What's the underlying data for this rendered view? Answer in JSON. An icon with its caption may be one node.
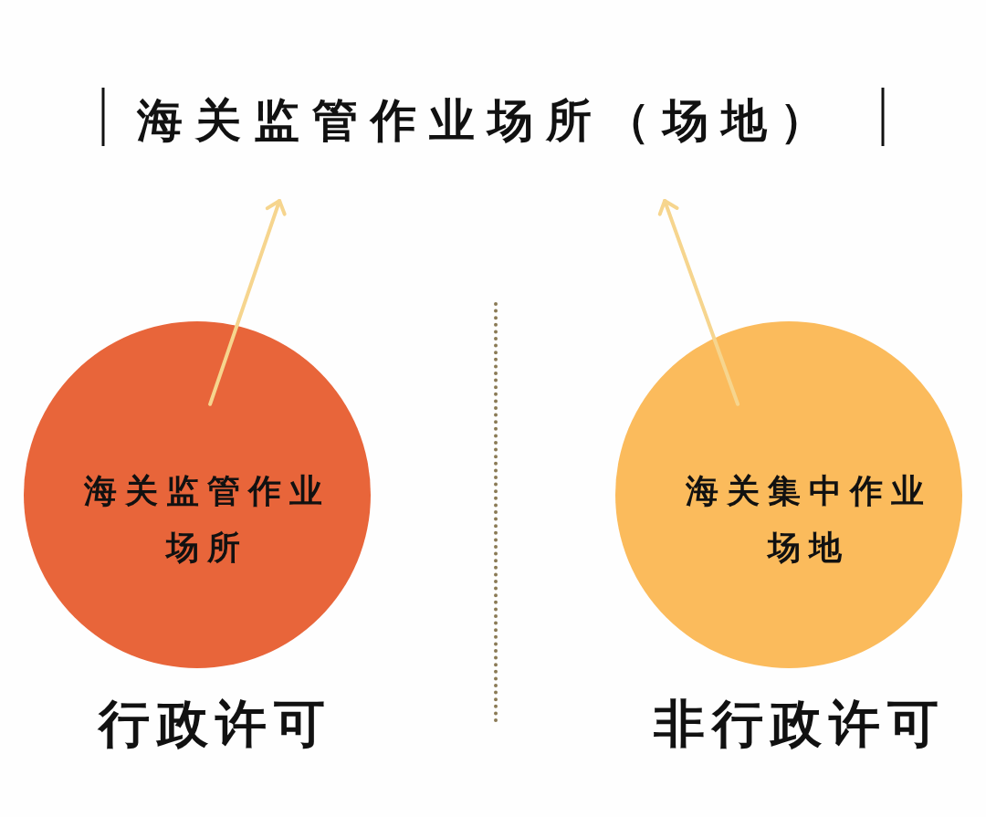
{
  "diagram": {
    "nodes": [
      {
        "text": [
          "海关监管作业场所（场地）"
        ]
      },
      {
        "text": [
          "海关监管作业场所"
        ],
        "beside": [
          "行政许可"
        ]
      },
      {
        "text": [
          "海关集中作业场地"
        ],
        "beside": [
          "非行政许可"
        ]
      }
    ],
    "edges": [
      {
        "from": 1,
        "to": 0,
        "arrow": "to"
      },
      {
        "from": 2,
        "to": 0,
        "arrow": "to"
      }
    ]
  }
}
